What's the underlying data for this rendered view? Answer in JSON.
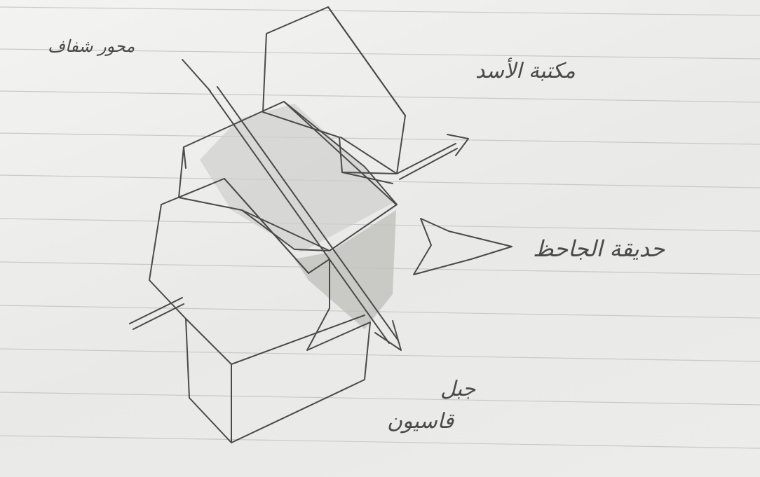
{
  "sketch": {
    "labels": {
      "transparent_axis": "محور شفاف",
      "asad_library": "مكتبة الأسد",
      "jahiz_garden": "حديقة الجاحظ",
      "mount_line1": "جبل",
      "mount_line2": "قاسيون"
    },
    "colors": {
      "paper": "#ececea",
      "rule_line": "#c9c9c7",
      "pencil": "#4a4a4a",
      "shading": "#b5b5b3"
    }
  }
}
